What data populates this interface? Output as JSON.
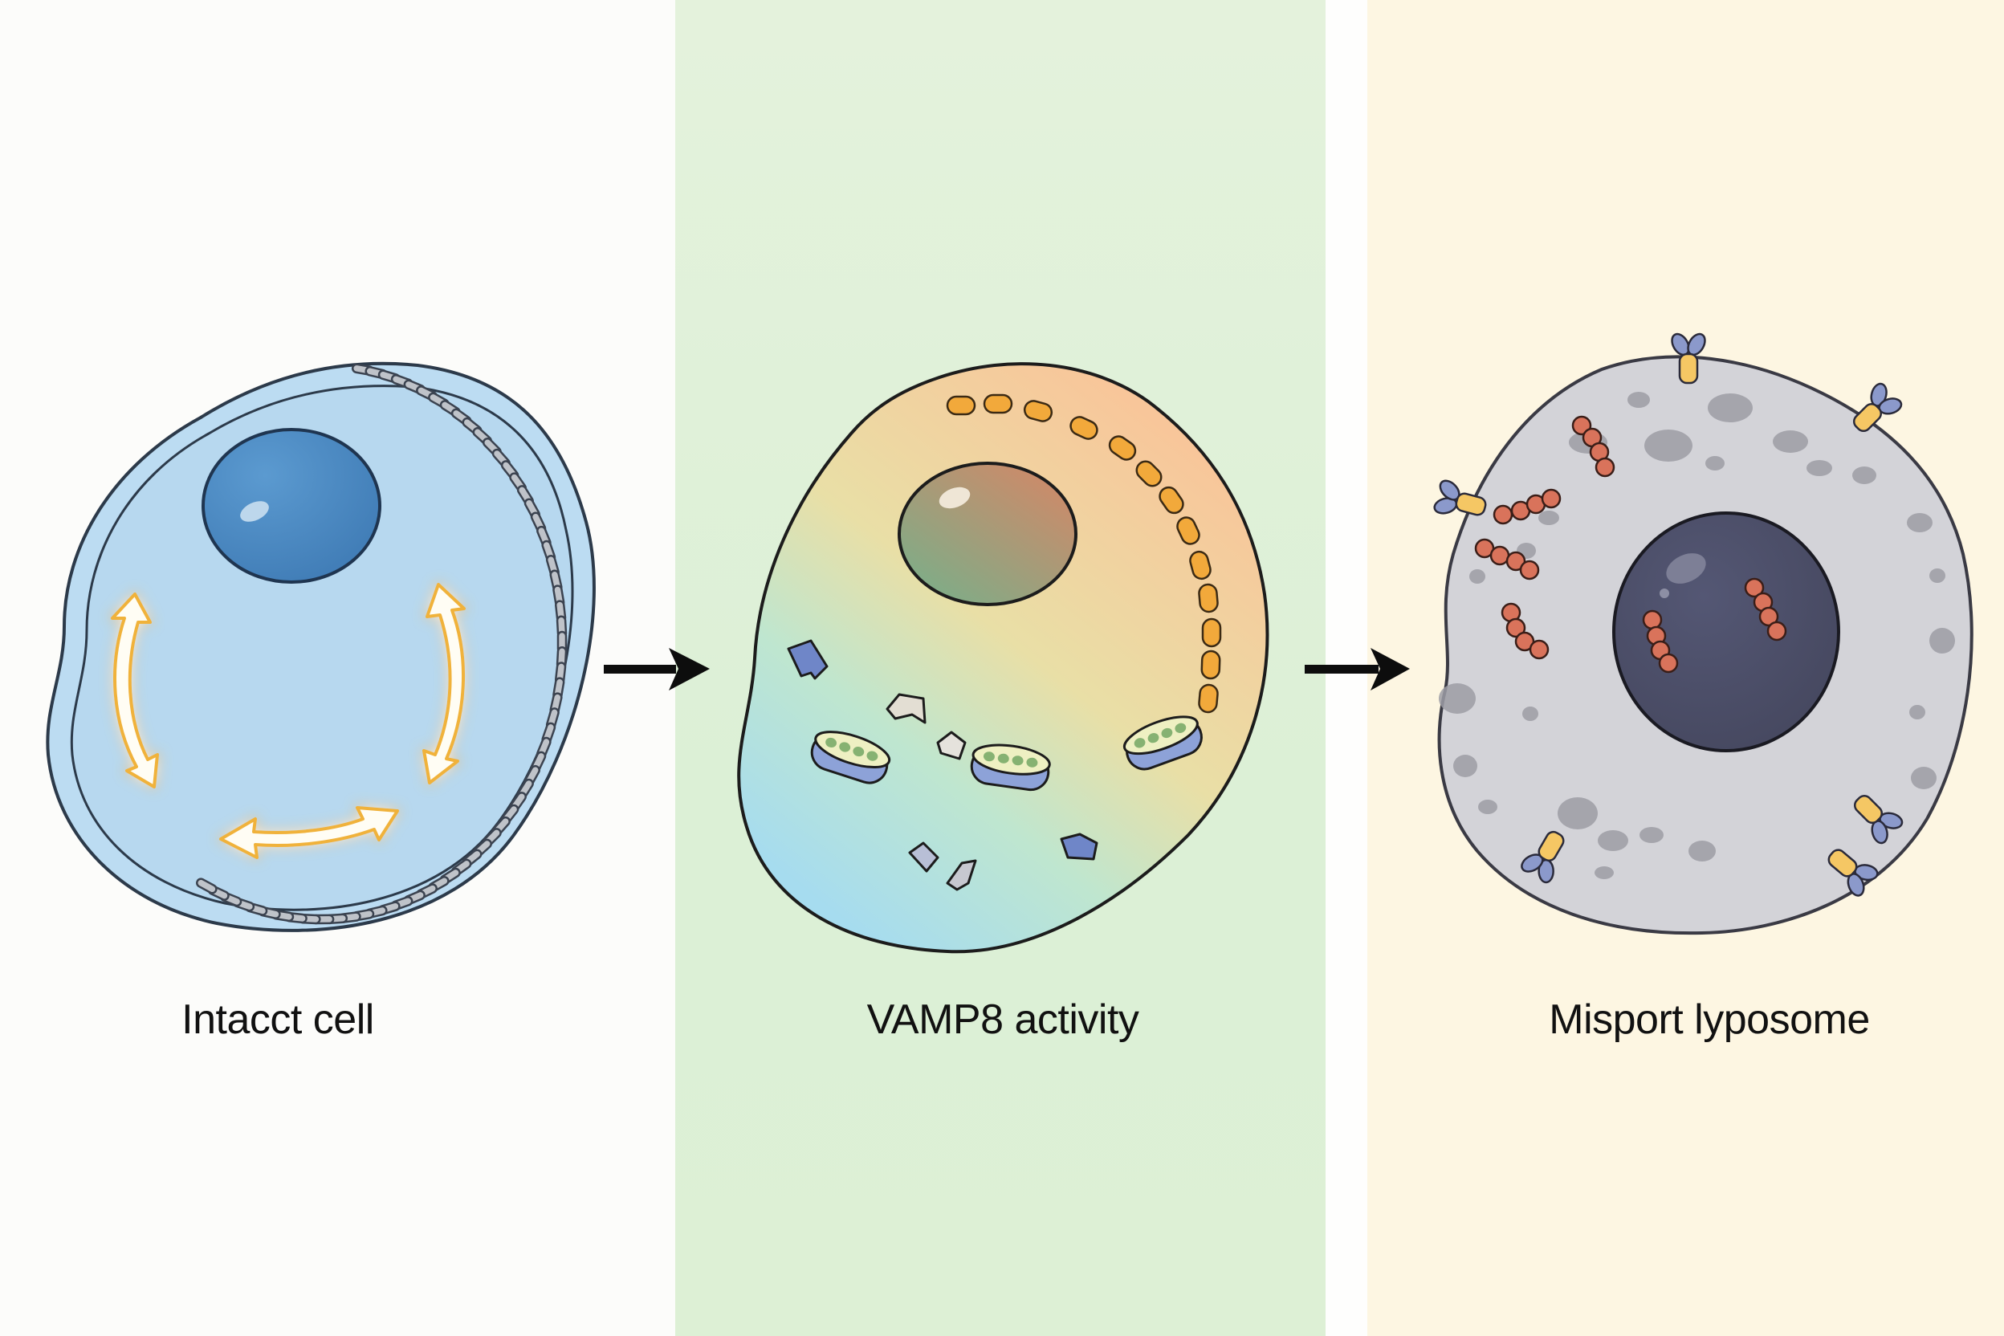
{
  "figure": {
    "panels": [
      {
        "id": "intact",
        "label": "Intacct cell",
        "background": "#fcfcfa",
        "cell_fill": "#bcdcf2",
        "nucleus_fill": "#4f8cc4",
        "arrow_color": "#f3b53a"
      },
      {
        "id": "vamp8",
        "label": "VAMP8 activity",
        "background": "#dff1d8",
        "cell_fill_top": "#f7c99a",
        "cell_fill_bottom": "#a9def0",
        "vesicle_color": "#f2a93b"
      },
      {
        "id": "misport",
        "label": "Misport lyposome",
        "background": "#fdf6e2",
        "cell_fill": "#d3d3d8",
        "nucleus_fill": "#4b4d66",
        "bacteria_color": "#d9735b",
        "receptor_color": "#f5c764"
      }
    ],
    "transitions": [
      {
        "from": "intact",
        "to": "vamp8",
        "icon": "arrow-right-icon"
      },
      {
        "from": "vamp8",
        "to": "misport",
        "icon": "arrow-right-icon"
      }
    ]
  }
}
